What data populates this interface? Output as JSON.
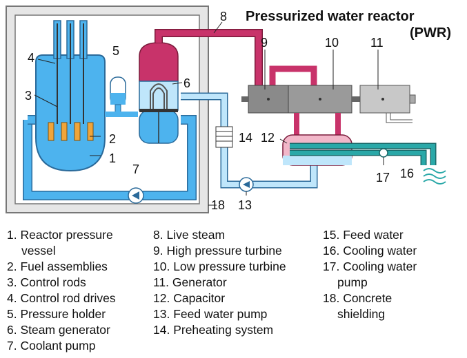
{
  "title": {
    "line1": "Pressurized water reactor",
    "line2": "(PWR)"
  },
  "numbers": [
    "1",
    "2",
    "3",
    "4",
    "5",
    "6",
    "7",
    "8",
    "9",
    "10",
    "11",
    "12",
    "13",
    "14",
    "16",
    "17",
    "18"
  ],
  "legend": {
    "col1": [
      {
        "n": "1.",
        "lines": [
          "Reactor pressure",
          "vessel"
        ]
      },
      {
        "n": "2.",
        "lines": [
          "Fuel assemblies"
        ]
      },
      {
        "n": "3.",
        "lines": [
          "Control rods"
        ]
      },
      {
        "n": "4.",
        "lines": [
          "Control rod drives"
        ]
      },
      {
        "n": "5.",
        "lines": [
          "Pressure holder"
        ]
      },
      {
        "n": "6.",
        "lines": [
          "Steam generator"
        ]
      },
      {
        "n": "7.",
        "lines": [
          "Coolant pump"
        ]
      }
    ],
    "col2": [
      {
        "n": "8.",
        "lines": [
          "Live steam"
        ]
      },
      {
        "n": "9.",
        "lines": [
          "High pressure turbine"
        ]
      },
      {
        "n": "10.",
        "lines": [
          "Low pressure turbine"
        ]
      },
      {
        "n": "11.",
        "lines": [
          "Generator"
        ]
      },
      {
        "n": "12.",
        "lines": [
          "Capacitor"
        ]
      },
      {
        "n": "13.",
        "lines": [
          "Feed water pump"
        ]
      },
      {
        "n": "14.",
        "lines": [
          "Preheating system"
        ]
      }
    ],
    "col3": [
      {
        "n": "15.",
        "lines": [
          "Feed water"
        ]
      },
      {
        "n": "16.",
        "lines": [
          "Cooling water"
        ]
      },
      {
        "n": "17.",
        "lines": [
          "Cooling water",
          "pump"
        ]
      },
      {
        "n": "18.",
        "lines": [
          "Concrete",
          "shielding"
        ]
      }
    ]
  },
  "colors": {
    "water_blue": "#4db3ee",
    "steam_red": "#c8336a",
    "light_pink": "#f2b7c9",
    "fuel_orange": "#f0a53a",
    "cooling_teal": "#2aa8a8",
    "turbine_gray": "#8a8a8a",
    "generator_gray": "#c8c8c8"
  }
}
